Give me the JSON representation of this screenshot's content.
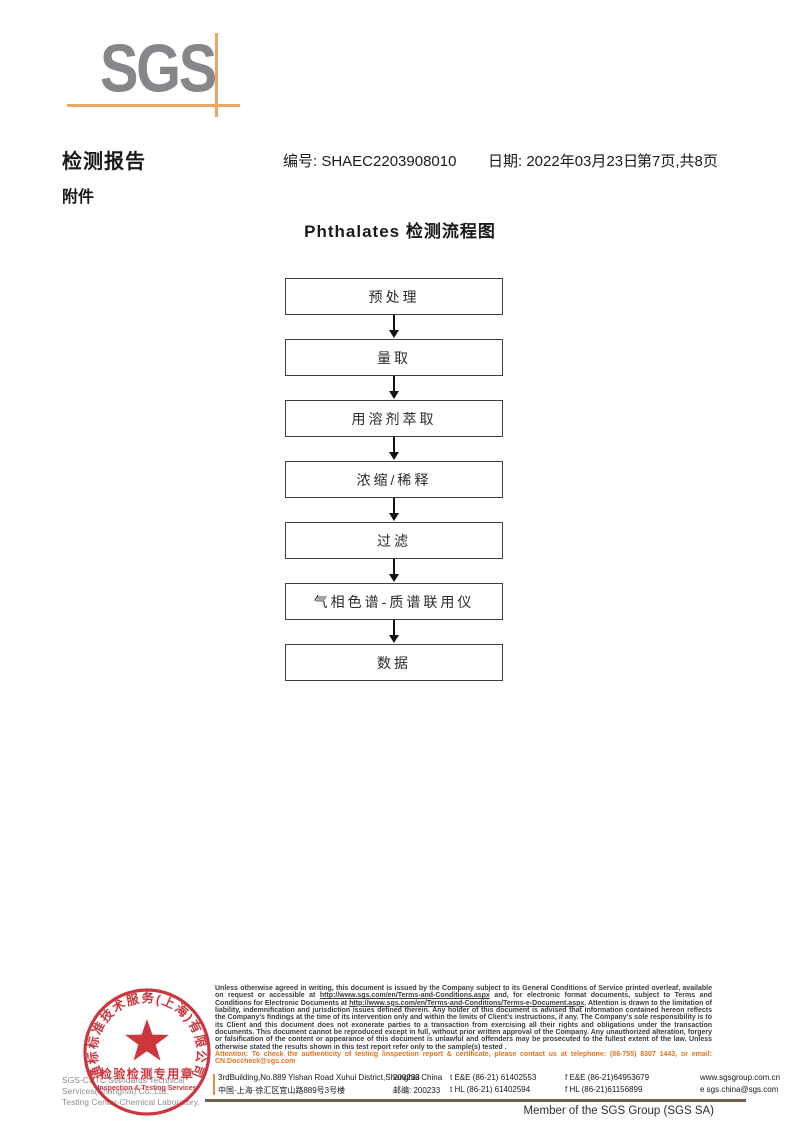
{
  "header": {
    "logo": "SGS",
    "title": "检测报告",
    "report_no": "编号: SHAEC2203908010",
    "date": "日期: 2022年03月23日",
    "page_info": "第7页,共8页",
    "attachment_label": "附件"
  },
  "flowchart": {
    "title": "Phthalates 检测流程图",
    "steps": [
      {
        "label": "预处理"
      },
      {
        "label": "量取"
      },
      {
        "label": "用溶剂萃取"
      },
      {
        "label": "浓缩/稀释"
      },
      {
        "label": "过滤"
      },
      {
        "label": "气相色谱-质谱联用仪"
      },
      {
        "label": "数据"
      }
    ]
  },
  "stamp": {
    "ring_text": "通标标准技术服务(上海)有限公司",
    "seal_line1": "检验检测专用章",
    "seal_line2": "Inspection & Testing Services",
    "color": "#c8272d"
  },
  "footer": {
    "company_line1": "SGS-CSTC Standards Technical Services(Shanghai) Co.,Ltd.",
    "company_line2": "Testing Center-Chemical Laboratory.",
    "legal": {
      "seg1": "Unless otherwise agreed in writing, this document is issued by the Company subject to its General Conditions of Service printed overleaf, available on request or accessible at ",
      "link1": "http://www.sgs.com/en/Terms-and-Conditions.aspx",
      "seg2": " and, for electronic format documents, subject to Terms and Conditions for Electronic Documents at ",
      "link2": "http://www.sgs.com/en/Terms-and-Conditions/Terms-e-Document.aspx",
      "seg3": ". Attention is drawn to the limitation of liability, indemnification and jurisdiction issues defined therein. Any holder of this document is advised that information contained hereon reflects the Company's findings at the time of its intervention only and within the limits of Client's instructions, if any. The Company's sole responsibility is to its Client and this document does not exonerate parties to a transaction from exercising all their rights and obligations under the transaction documents. This document cannot be reproduced except in full, without prior written approval of the Company. Any unauthorized alteration, forgery or falsification of the content or appearance of this document is unlawful and offenders may be prosecuted to the fullest extent of the law. Unless otherwise stated the results shown in this test report refer only to the sample(s) tested ."
    },
    "attention": "Attention: To check the authenticity of testing /inspection report & certificate, please contact us at telephone: (86-755) 8307 1443, or email: CN.Doccheck@sgs.com",
    "address": {
      "en_line": "3rdBuilding,No.889 Yishan Road Xuhui District,Shanghai China",
      "en_postcode": "200233",
      "cn_line": "中国·上海·徐汇区宜山路889号3号楼",
      "cn_postcode": "邮编: 200233",
      "tel1": "t E&E (86-21) 61402553",
      "fax1": "f E&E (86-21)64953679",
      "web": "www.sgsgroup.com.cn",
      "tel2": "t HL (86-21) 61402594",
      "fax2": "f HL (86-21)61156899",
      "email": "e  sgs.china@sgs.com"
    },
    "member_text": "Member of the SGS Group (SGS SA)"
  },
  "colors": {
    "sgs_gray": "#85878a",
    "sgs_orange": "#e8a766",
    "stamp_red": "#c8272d",
    "attention_orange": "#e4741c"
  }
}
